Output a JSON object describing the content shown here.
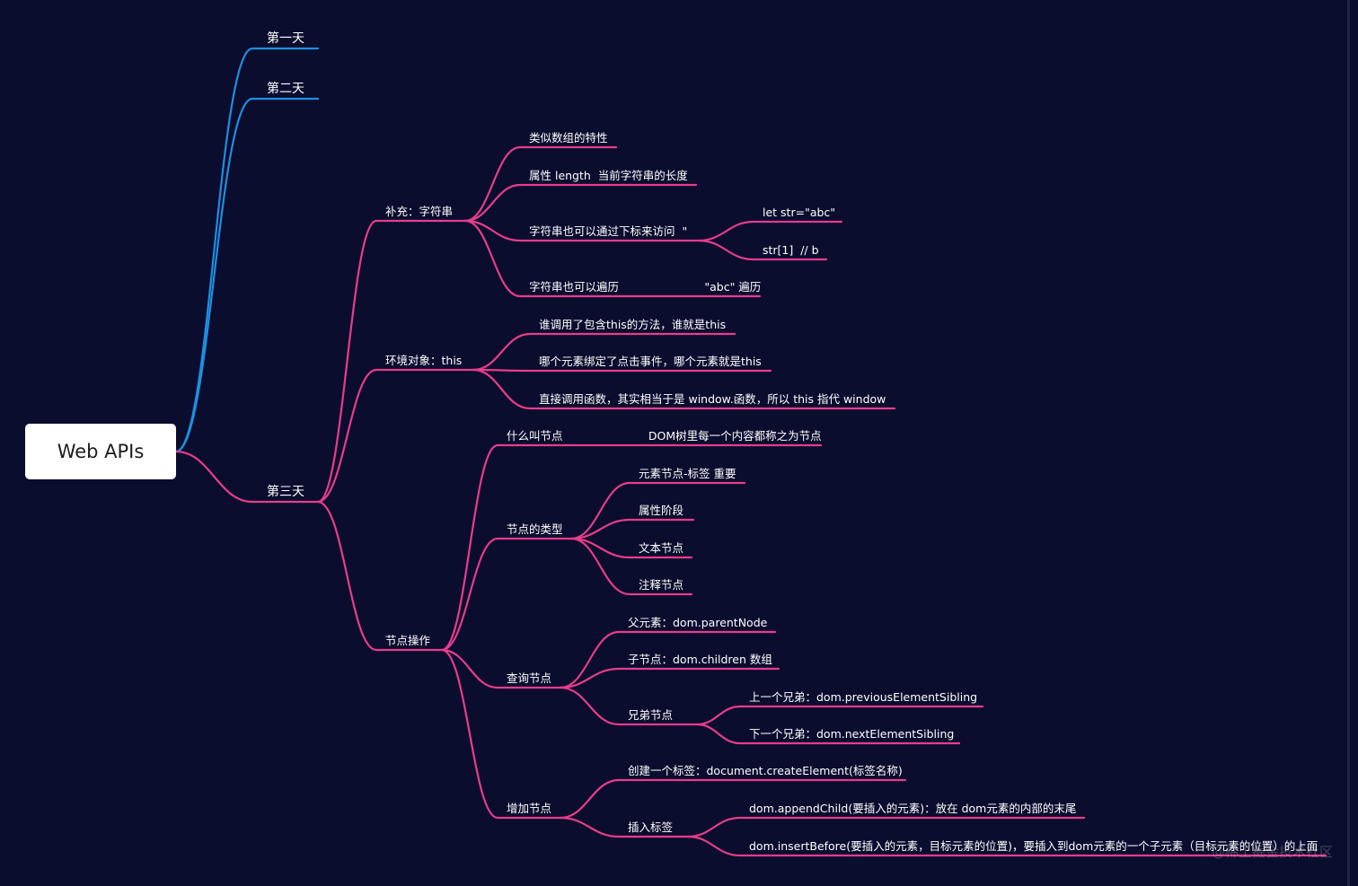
{
  "root": {
    "label": "Web APIs"
  },
  "colors": {
    "background": "#0a0d2e",
    "blue_branch": "#1e8fe0",
    "pink_branch": "#e83c8c",
    "root_box": "#ffffff"
  },
  "nodes": {
    "day1": "第一天",
    "day2": "第二天",
    "day3": "第三天",
    "string_supplement": "补充：字符串",
    "array_like": "类似数组的特性",
    "length_prop": "属性 length  当前字符串的长度",
    "index_access": "字符串也可以通过下标来访问  \"",
    "let_str": "let str=\"abc\"",
    "str_index": "str[1]  // b",
    "traverse": "字符串也可以遍历                        \"abc\" 遍历",
    "env_this": "环境对象：this",
    "this_caller": "谁调用了包含this的方法，谁就是this",
    "this_event": "哪个元素绑定了点击事件，哪个元素就是this",
    "this_window": "直接调用函数，其实相当于是 window.函数，所以 this 指代 window",
    "node_ops": "节点操作",
    "what_node": "什么叫节点                        DOM树里每一个内容都称之为节点",
    "node_types": "节点的类型",
    "element_node": "元素节点-标签 重要",
    "attr_node": "属性阶段",
    "text_node": "文本节点",
    "comment_node": "注释节点",
    "query_node": "查询节点",
    "parent_el": "父元素：dom.parentNode",
    "child_nodes": "子节点：dom.children 数组",
    "sibling_nodes": "兄弟节点",
    "prev_sibling": "上一个兄弟：dom.previousElementSibling",
    "next_sibling": "下一个兄弟：dom.nextElementSibling",
    "add_node": "增加节点",
    "create_tag": "创建一个标签：document.createElement(标签名称)",
    "insert_tag": "插入标签",
    "append_child": "dom.appendChild(要插入的元素)：放在 dom元素的内部的末尾",
    "insert_before": "dom.insertBefore(要插入的元素，目标元素的位置)，要插入到dom元素的一个子元素（目标元素的位置）的上面"
  },
  "watermark": "@稀土掘金技术社区"
}
